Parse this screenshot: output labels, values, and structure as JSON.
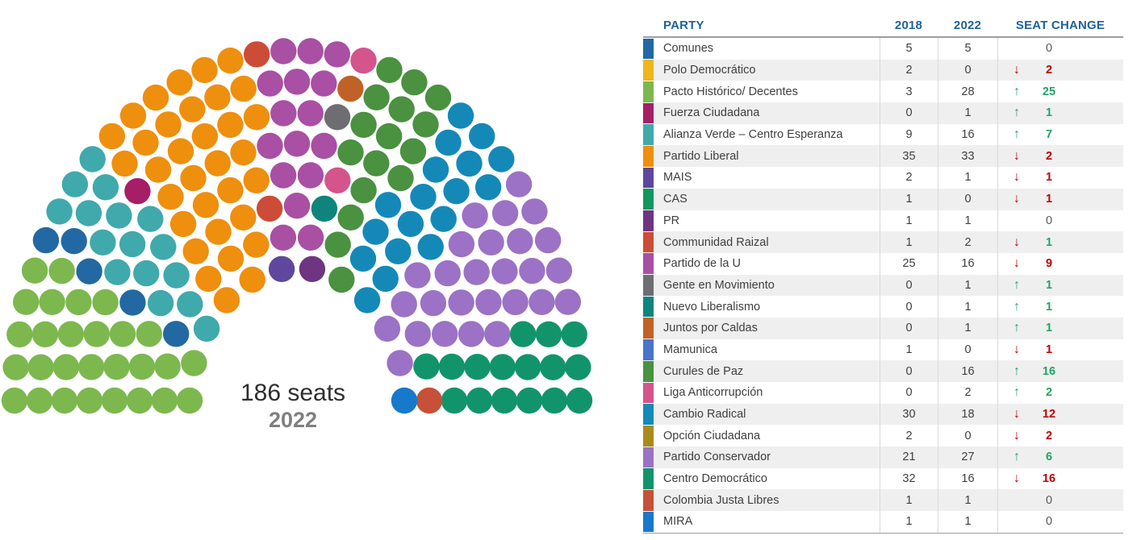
{
  "hemicycle": {
    "total_label": "186 seats",
    "year_label": "2022"
  },
  "chart_data": {
    "type": "parliament",
    "title": "186 seats",
    "subtitle": "2022",
    "total_seats": 186,
    "rows": 8,
    "seat_arc_order": [
      {
        "party": "Pacto Histórico/ Decentes",
        "seats": 28,
        "color": "#7CB84E"
      },
      {
        "party": "Comunes",
        "seats": 5,
        "color": "#2268A2"
      },
      {
        "party": "Alianza Verde – Centro Esperanza",
        "seats": 16,
        "color": "#3FA9AB"
      },
      {
        "party": "Fuerza Ciudadana",
        "seats": 1,
        "color": "#A61E66"
      },
      {
        "party": "Partido Liberal",
        "seats": 33,
        "color": "#EE8F0E"
      },
      {
        "party": "Communidad Raizal",
        "seats": 2,
        "color": "#CD4C38"
      },
      {
        "party": "MAIS",
        "seats": 1,
        "color": "#5E479D"
      },
      {
        "party": "Partido de la U",
        "seats": 16,
        "color": "#A94FA4"
      },
      {
        "party": "PR",
        "seats": 1,
        "color": "#6F3580"
      },
      {
        "party": "Gente en Movimiento",
        "seats": 1,
        "color": "#6E6E72"
      },
      {
        "party": "Nuevo Liberalismo",
        "seats": 1,
        "color": "#0E847C"
      },
      {
        "party": "Juntos por Caldas",
        "seats": 1,
        "color": "#C06227"
      },
      {
        "party": "Liga Anticorrupción",
        "seats": 2,
        "color": "#D4548C"
      },
      {
        "party": "Curules de Paz",
        "seats": 16,
        "color": "#4A9140"
      },
      {
        "party": "Cambio Radical",
        "seats": 18,
        "color": "#1489B8"
      },
      {
        "party": "Partido Conservador",
        "seats": 27,
        "color": "#9B72C5"
      },
      {
        "party": "Centro Democrático",
        "seats": 16,
        "color": "#12946B"
      },
      {
        "party": "Colombia Justa Libres",
        "seats": 1,
        "color": "#C65038"
      },
      {
        "party": "MIRA",
        "seats": 1,
        "color": "#1778CC"
      }
    ]
  },
  "table": {
    "headers": {
      "party": "PARTY",
      "y2018": "2018",
      "y2022": "2022",
      "change": "SEAT CHANGE"
    },
    "rows": [
      {
        "party": "Comunes",
        "color": "#2268A2",
        "y2018": "5",
        "y2022": "5",
        "arrow_dir": "none",
        "arrow_tone": "neutral",
        "value": "0",
        "value_tone": "neutral"
      },
      {
        "party": "Polo Democrático",
        "color": "#EFB51C",
        "y2018": "2",
        "y2022": "0",
        "arrow_dir": "down",
        "arrow_tone": "negative",
        "value": "2",
        "value_tone": "negative"
      },
      {
        "party": "Pacto Histórico/ Decentes",
        "color": "#7CB84E",
        "y2018": "3",
        "y2022": "28",
        "arrow_dir": "up",
        "arrow_tone": "positive",
        "value": "25",
        "value_tone": "positive"
      },
      {
        "party": "Fuerza Ciudadana",
        "color": "#A61E66",
        "y2018": "0",
        "y2022": "1",
        "arrow_dir": "up",
        "arrow_tone": "positive",
        "value": "1",
        "value_tone": "positive"
      },
      {
        "party": "Alianza Verde – Centro Esperanza",
        "color": "#3FA9AB",
        "y2018": "9",
        "y2022": "16",
        "arrow_dir": "up",
        "arrow_tone": "positive",
        "value": "7",
        "value_tone": "positive"
      },
      {
        "party": "Partido Liberal",
        "color": "#EE8F0E",
        "y2018": "35",
        "y2022": "33",
        "arrow_dir": "down",
        "arrow_tone": "negative",
        "value": "2",
        "value_tone": "negative"
      },
      {
        "party": "MAIS",
        "color": "#5E479D",
        "y2018": "2",
        "y2022": "1",
        "arrow_dir": "down",
        "arrow_tone": "negative",
        "value": "1",
        "value_tone": "negative"
      },
      {
        "party": "CAS",
        "color": "#13975E",
        "y2018": "1",
        "y2022": "0",
        "arrow_dir": "down",
        "arrow_tone": "negative",
        "value": "1",
        "value_tone": "negative"
      },
      {
        "party": "PR",
        "color": "#6F3580",
        "y2018": "1",
        "y2022": "1",
        "arrow_dir": "none",
        "arrow_tone": "neutral",
        "value": "0",
        "value_tone": "neutral"
      },
      {
        "party": "Communidad Raizal",
        "color": "#CD4C38",
        "y2018": "1",
        "y2022": "2",
        "arrow_dir": "down",
        "arrow_tone": "negative",
        "value": "1",
        "value_tone": "positive"
      },
      {
        "party": "Partido de la U",
        "color": "#A94FA4",
        "y2018": "25",
        "y2022": "16",
        "arrow_dir": "down",
        "arrow_tone": "negative",
        "value": "9",
        "value_tone": "negative"
      },
      {
        "party": "Gente en Movimiento",
        "color": "#6E6E72",
        "y2018": "0",
        "y2022": "1",
        "arrow_dir": "up",
        "arrow_tone": "positive",
        "value": "1",
        "value_tone": "positive"
      },
      {
        "party": "Nuevo Liberalismo",
        "color": "#0E847C",
        "y2018": "0",
        "y2022": "1",
        "arrow_dir": "up",
        "arrow_tone": "positive",
        "value": "1",
        "value_tone": "positive"
      },
      {
        "party": "Juntos por Caldas",
        "color": "#C06227",
        "y2018": "0",
        "y2022": "1",
        "arrow_dir": "up",
        "arrow_tone": "positive",
        "value": "1",
        "value_tone": "positive"
      },
      {
        "party": "Mamunica",
        "color": "#4A74C9",
        "y2018": "1",
        "y2022": "0",
        "arrow_dir": "down",
        "arrow_tone": "negative",
        "value": "1",
        "value_tone": "negative"
      },
      {
        "party": "Curules de Paz",
        "color": "#4A9140",
        "y2018": "0",
        "y2022": "16",
        "arrow_dir": "up",
        "arrow_tone": "positive",
        "value": "16",
        "value_tone": "positive"
      },
      {
        "party": "Liga Anticorrupción",
        "color": "#D4548C",
        "y2018": "0",
        "y2022": "2",
        "arrow_dir": "up",
        "arrow_tone": "positive",
        "value": "2",
        "value_tone": "positive"
      },
      {
        "party": "Cambio Radical",
        "color": "#1489B8",
        "y2018": "30",
        "y2022": "18",
        "arrow_dir": "down",
        "arrow_tone": "negative",
        "value": "12",
        "value_tone": "negative"
      },
      {
        "party": "Opción Ciudadana",
        "color": "#A98B1C",
        "y2018": "2",
        "y2022": "0",
        "arrow_dir": "down",
        "arrow_tone": "negative",
        "value": "2",
        "value_tone": "negative"
      },
      {
        "party": "Partido Conservador",
        "color": "#9B72C5",
        "y2018": "21",
        "y2022": "27",
        "arrow_dir": "up",
        "arrow_tone": "positive",
        "value": "6",
        "value_tone": "positive"
      },
      {
        "party": "Centro Democrático",
        "color": "#12946B",
        "y2018": "32",
        "y2022": "16",
        "arrow_dir": "down",
        "arrow_tone": "negative",
        "value": "16",
        "value_tone": "negative"
      },
      {
        "party": "Colombia Justa Libres",
        "color": "#C65038",
        "y2018": "1",
        "y2022": "1",
        "arrow_dir": "none",
        "arrow_tone": "neutral",
        "value": "0",
        "value_tone": "neutral"
      },
      {
        "party": "MIRA",
        "color": "#1778CC",
        "y2018": "1",
        "y2022": "1",
        "arrow_dir": "none",
        "arrow_tone": "neutral",
        "value": "0",
        "value_tone": "neutral"
      }
    ]
  },
  "colors": {
    "header_text": "#1F6299",
    "row_alt_background": "#EFEFEF",
    "body_text": "#3F3F3F",
    "positive": "#21A366",
    "negative": "#C00000",
    "neutral": "#595959",
    "column_divider": "#D9D9D9",
    "header_rule": "#9E9E9E",
    "total_label_text": "#2E2E2E",
    "year_label_text": "#7F7F7F"
  }
}
